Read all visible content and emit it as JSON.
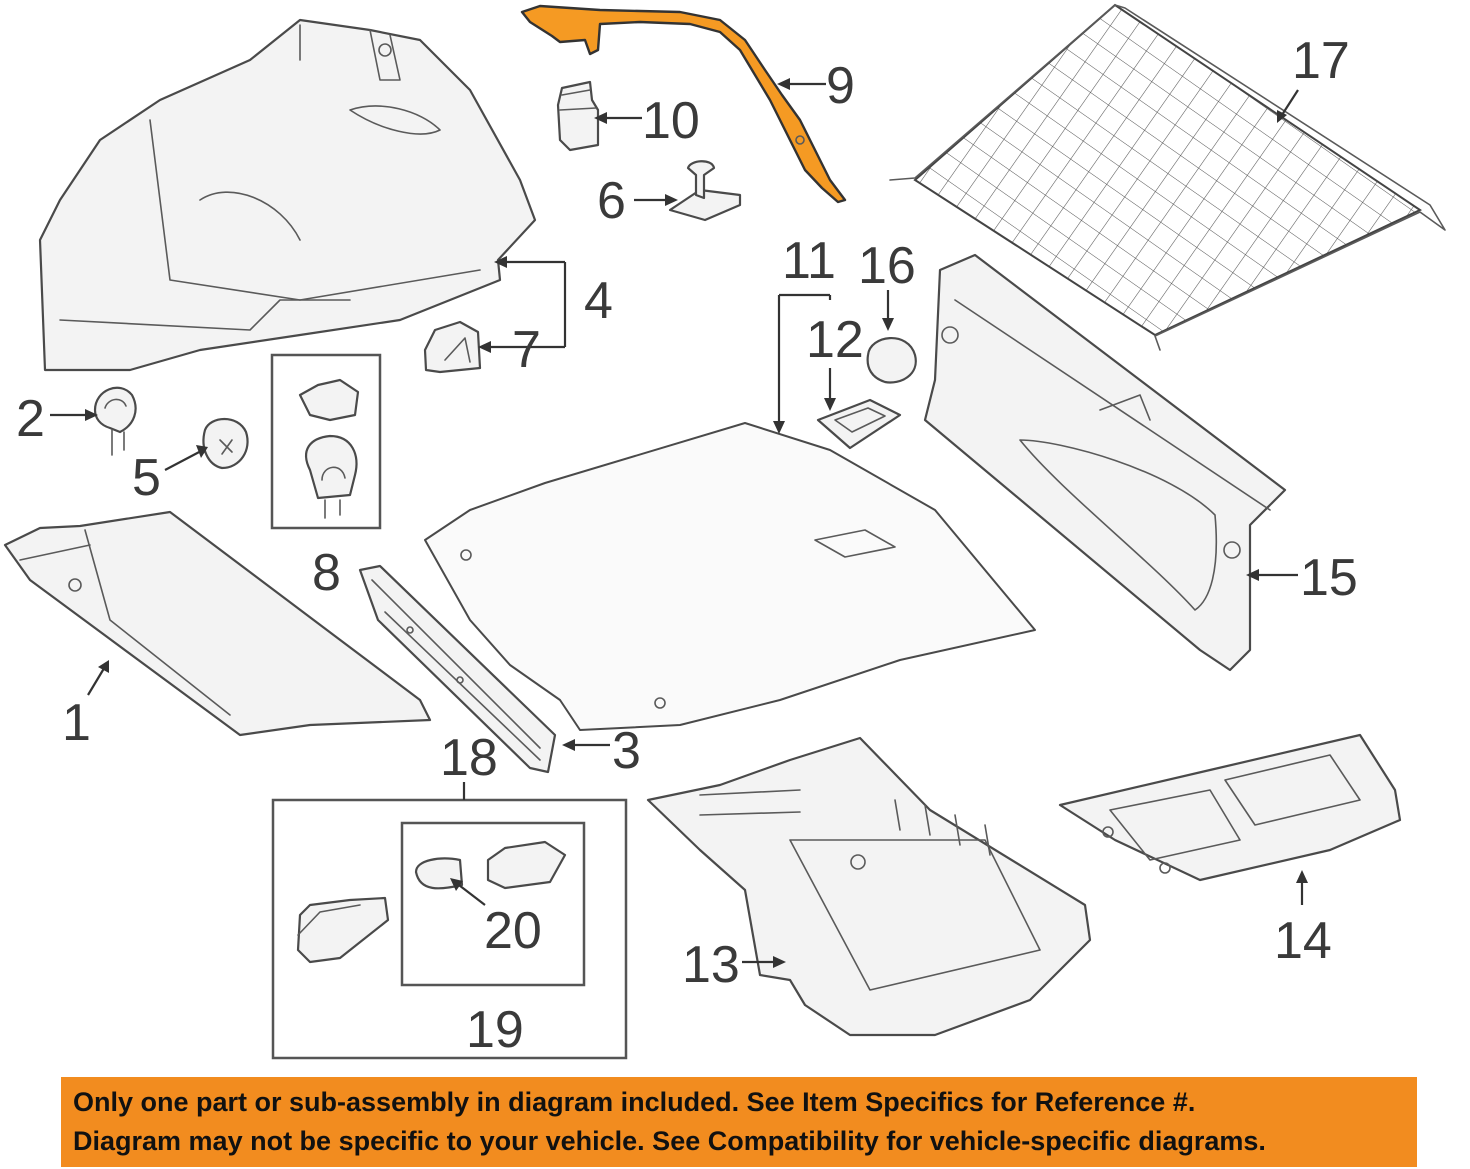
{
  "callouts": [
    "1",
    "2",
    "3",
    "4",
    "5",
    "6",
    "7",
    "8",
    "9",
    "10",
    "11",
    "12",
    "13",
    "14",
    "15",
    "16",
    "17",
    "18",
    "19",
    "20"
  ],
  "highlighted_part": "9",
  "colors": {
    "highlight": "#f59a23",
    "banner": "#f28c1f",
    "line": "#4a4a4a"
  },
  "disclaimer": {
    "line1": "Only one part or sub-assembly in diagram included. See Item Specifics for Reference #.",
    "line2": "Diagram may not be specific to your vehicle. See Compatibility for vehicle-specific diagrams."
  }
}
